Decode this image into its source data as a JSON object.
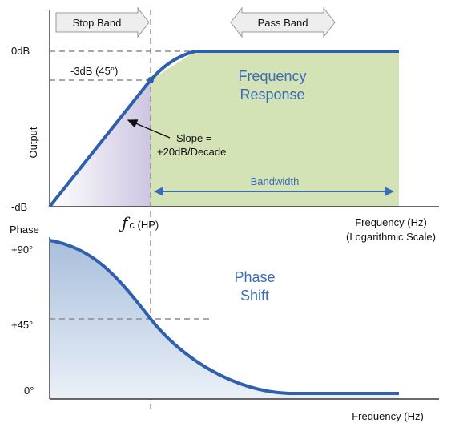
{
  "labels": {
    "stop_band": "Stop Band",
    "pass_band": "Pass Band",
    "zero_db": "0dB",
    "minus_db": "-dB",
    "minus3db": "-3dB (45°)",
    "output": "Output",
    "freq_response_line1": "Frequency",
    "freq_response_line2": "Response",
    "slope_line1": "Slope =",
    "slope_line2": "+20dB/Decade",
    "bandwidth": "Bandwidth",
    "fc_symbol": "ƒ",
    "fc_suffix": "c (HP)",
    "freq_axis_line1": "Frequency (Hz)",
    "freq_axis_line2": "(Logarithmic Scale)",
    "phase_title": "Phase",
    "plus90": "+90°",
    "plus45": "+45°",
    "zero_deg": "0°",
    "phase_shift_line1": "Phase",
    "phase_shift_line2": "Shift",
    "freq_axis2": "Frequency (Hz)"
  },
  "colors": {
    "curve": "#2f5fad",
    "pass_band_fill": "#d3e3b5",
    "stop_band_fill": "#d8d2e8",
    "phase_fill": "#b8cbe2",
    "accent_text": "#3a6cb5",
    "dashed": "#8c8c8c",
    "arrow_box_fill": "#eeeeee",
    "arrow_box_stroke": "#999999"
  }
}
